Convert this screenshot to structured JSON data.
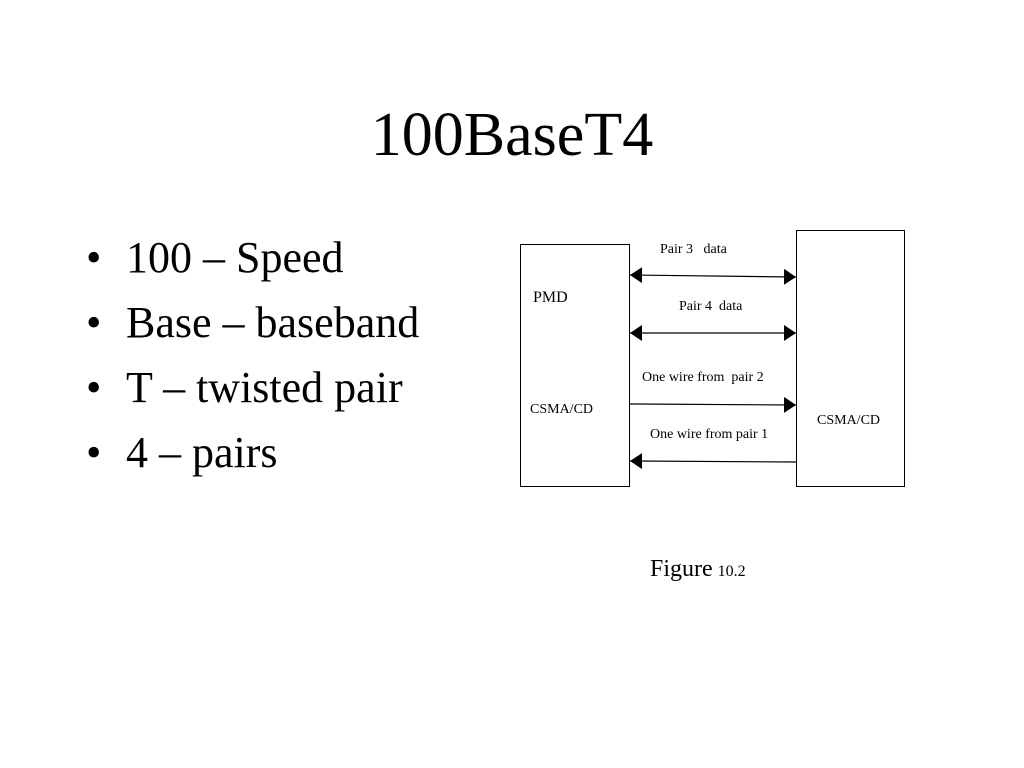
{
  "slide": {
    "title": "100BaseT4",
    "bullet_symbol": "•",
    "bullets": [
      "100 – Speed",
      "Base – baseband",
      "T – twisted pair",
      "4 – pairs"
    ]
  },
  "diagram": {
    "left_box": {
      "top_label": "PMD",
      "bottom_label": "CSMA/CD"
    },
    "right_box": {
      "label": "CSMA/CD"
    },
    "links": [
      {
        "label": "Pair 3   data",
        "head_left": true,
        "head_right": true
      },
      {
        "label": "Pair 4  data",
        "head_left": true,
        "head_right": true
      },
      {
        "label": "One wire from  pair 2",
        "head_left": false,
        "head_right": true
      },
      {
        "label": "One wire from pair 1",
        "head_left": true,
        "head_right": false
      }
    ],
    "caption": {
      "label": "Figure",
      "number": "10.2"
    }
  }
}
